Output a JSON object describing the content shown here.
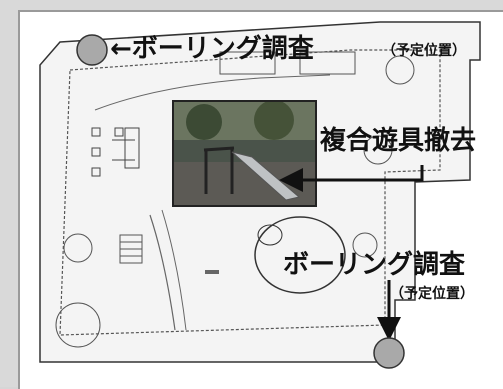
{
  "labels": {
    "boring_top": "←ボーリング調査",
    "boring_top_note": "（予定位置）",
    "remove_playground": "複合遊具撤去",
    "boring_mid": "ボーリング調査",
    "boring_mid_note": "（予定位置）"
  },
  "colors": {
    "boring_marker": "#a9a9a9",
    "line": "#222222",
    "background": "#d9d9d9"
  },
  "photo": {
    "description_icon": "playground-photo"
  }
}
